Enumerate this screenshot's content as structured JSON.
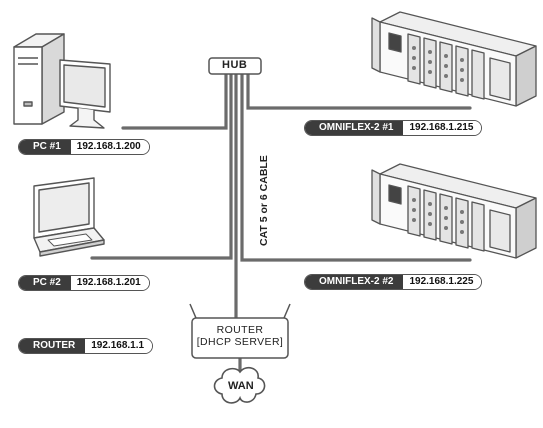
{
  "hub": {
    "label": "HUB"
  },
  "cable": {
    "label": "CAT 5 or 6 CABLE"
  },
  "router": {
    "label_line1": "ROUTER",
    "label_line2": "[DHCP SERVER]"
  },
  "wan": {
    "label": "WAN"
  },
  "devices": {
    "pc1": {
      "name": "PC #1",
      "ip": "192.168.1.200"
    },
    "pc2": {
      "name": "PC #2",
      "ip": "192.168.1.201"
    },
    "router": {
      "name": "ROUTER",
      "ip": "192.168.1.1"
    },
    "omniflex1": {
      "name": "OMNIFLEX-2  #1",
      "ip": "192.168.1.215"
    },
    "omniflex2": {
      "name": "OMNIFLEX-2  #2",
      "ip": "192.168.1.225"
    }
  },
  "colors": {
    "line": "#6b6b6b",
    "outline": "#555555",
    "pill_dark": "#3c3c3c"
  }
}
